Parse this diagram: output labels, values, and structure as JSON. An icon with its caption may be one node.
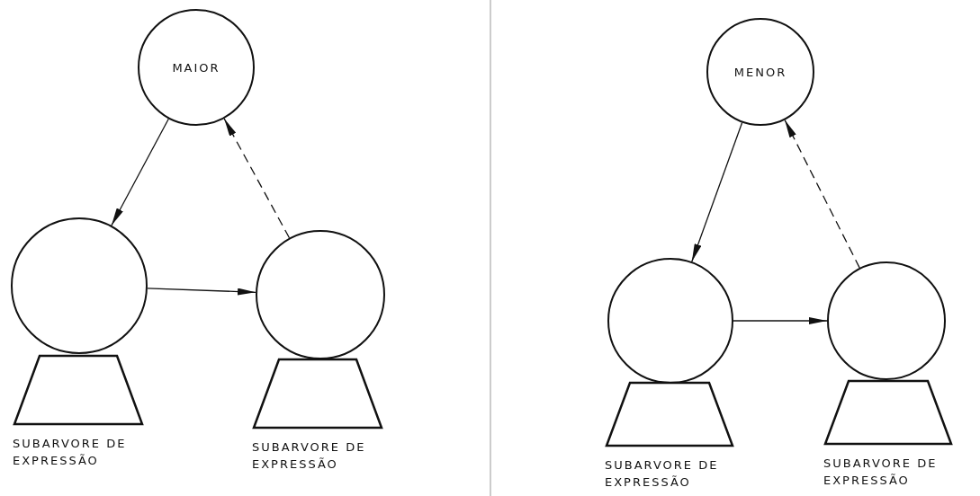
{
  "diagram": {
    "nodes": [
      {
        "text": [
          "MAIOR"
        ]
      },
      {
        "text": [],
        "shape": "circle"
      },
      {
        "text": [],
        "shape": "circle"
      },
      {
        "text": [
          "SUBARVORE DE EXPRESSÃO"
        ]
      },
      {
        "text": [
          "SUBARVORE DE EXPRESSÃO"
        ]
      },
      {
        "text": [
          "MENOR"
        ]
      },
      {
        "text": [],
        "shape": "circle"
      },
      {
        "text": [],
        "shape": "circle"
      },
      {
        "text": [
          "SUBARVORE DE EXPRESSÃO"
        ]
      },
      {
        "text": [
          "SUBARVORE DE EXPRESSÃO"
        ]
      }
    ],
    "edges": [
      {
        "from": 0,
        "to": 1,
        "arrow": "to"
      },
      {
        "from": 1,
        "to": 2,
        "arrow": "to"
      },
      {
        "from": 2,
        "to": 0,
        "arrow": "to",
        "style": "dashed"
      },
      {
        "from": 5,
        "to": 6,
        "arrow": "to"
      },
      {
        "from": 6,
        "to": 7,
        "arrow": "to"
      },
      {
        "from": 7,
        "to": 5,
        "arrow": "to",
        "style": "dashed"
      }
    ]
  }
}
